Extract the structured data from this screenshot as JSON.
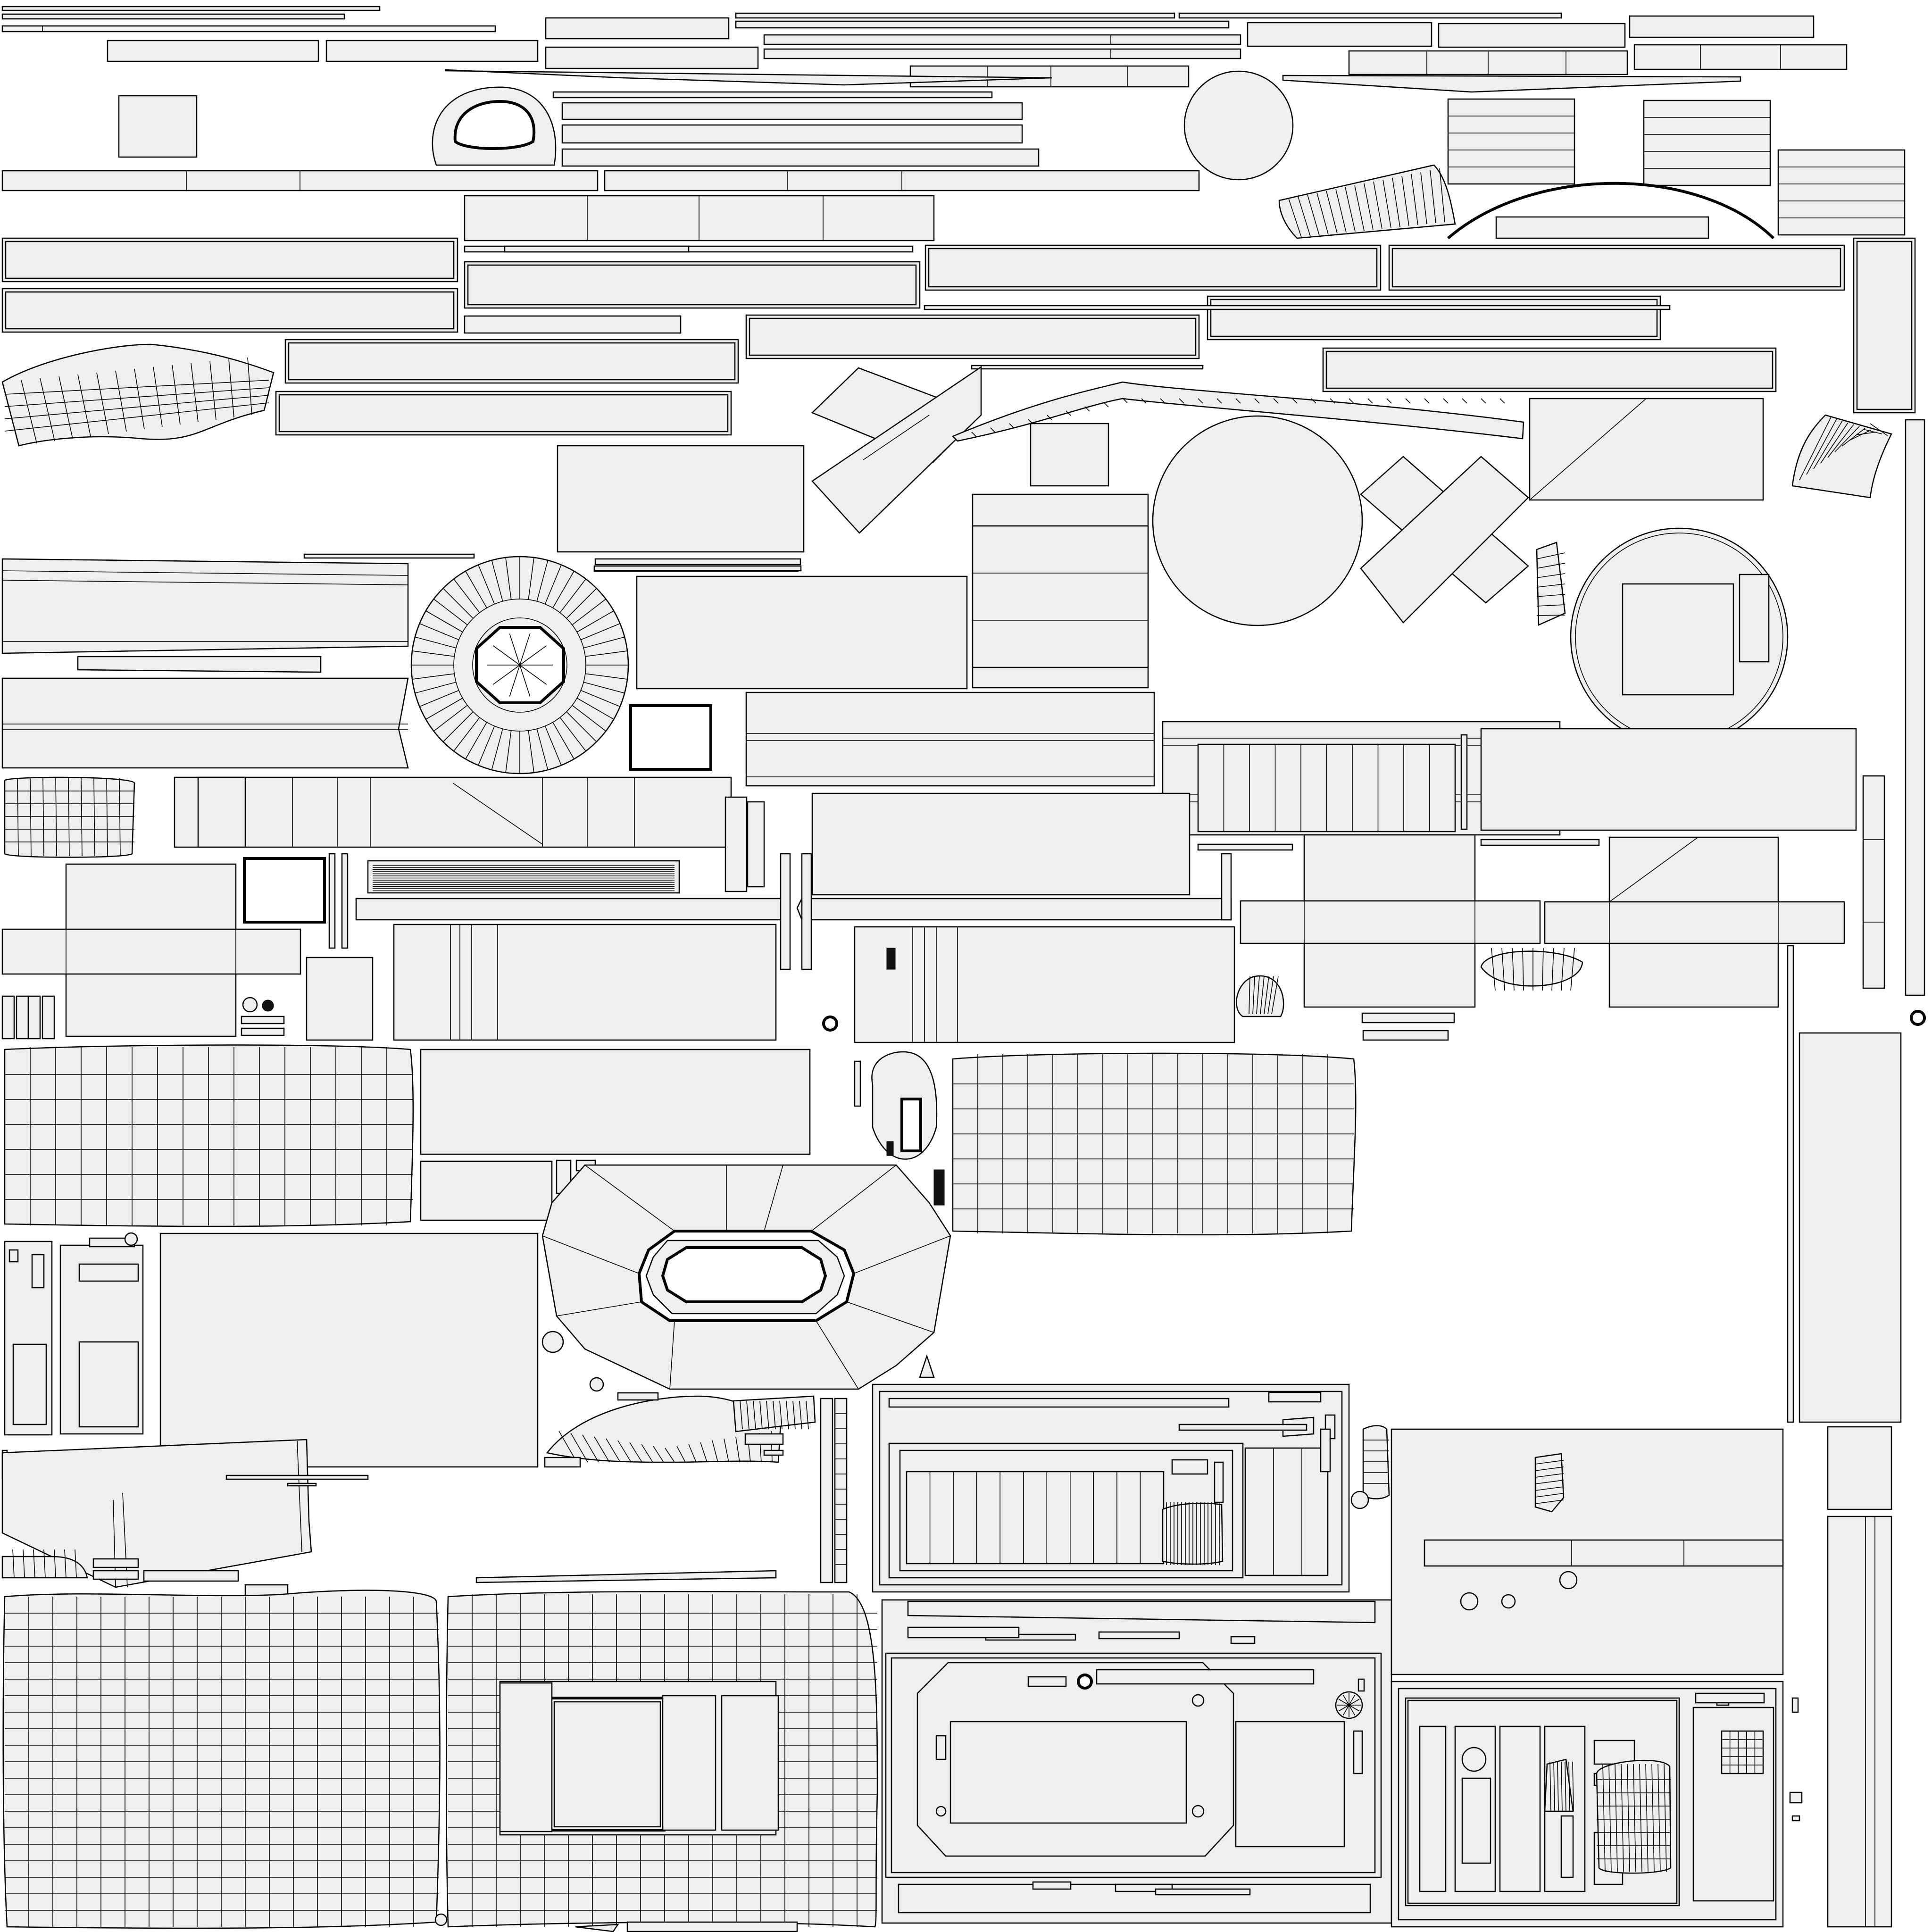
{
  "sheet": {
    "kind": "uv-texture-layout",
    "background": "#ffffff",
    "island_fill": "#efefef",
    "line_color": "#000000",
    "text_labels": []
  },
  "islands": [
    {
      "name": "top-strip-long-1"
    },
    {
      "name": "top-strip-long-2"
    },
    {
      "name": "top-strip-long-3"
    },
    {
      "name": "top-strip-long-4"
    },
    {
      "name": "bar-left-a"
    },
    {
      "name": "bar-left-b"
    },
    {
      "name": "panel-top-a"
    },
    {
      "name": "panel-top-b"
    },
    {
      "name": "strip-top-mid-1"
    },
    {
      "name": "strip-top-mid-2"
    },
    {
      "name": "strip-top-mid-3"
    },
    {
      "name": "strip-top-mid-4"
    },
    {
      "name": "panel-top-right-a"
    },
    {
      "name": "panel-top-right-b"
    },
    {
      "name": "panel-top-right-c"
    },
    {
      "name": "panel-top-right-d"
    },
    {
      "name": "segmented-bar-a"
    },
    {
      "name": "segmented-bar-b"
    },
    {
      "name": "segmented-bar-c"
    },
    {
      "name": "square-small-top"
    },
    {
      "name": "ring-frame"
    },
    {
      "name": "strip-stack-1"
    },
    {
      "name": "strip-stack-2"
    },
    {
      "name": "strip-stack-3"
    },
    {
      "name": "circle-top"
    },
    {
      "name": "fan-top"
    },
    {
      "name": "stack-box-a"
    },
    {
      "name": "stack-box-b"
    },
    {
      "name": "stack-box-c"
    },
    {
      "name": "long-bar-row-a"
    },
    {
      "name": "long-bar-row-b"
    },
    {
      "name": "segmented-mid"
    },
    {
      "name": "arc-bar"
    },
    {
      "name": "long-bar-left-1"
    },
    {
      "name": "long-bar-left-2"
    },
    {
      "name": "long-bar-mid-1"
    },
    {
      "name": "long-bar-mid-2"
    },
    {
      "name": "long-bar-right-1"
    },
    {
      "name": "long-bar-right-2"
    },
    {
      "name": "long-bar-right-3"
    },
    {
      "name": "vertical-bar-right"
    },
    {
      "name": "curved-mesh-left"
    },
    {
      "name": "bar-left-c"
    },
    {
      "name": "bar-left-d"
    },
    {
      "name": "cross-left"
    },
    {
      "name": "wavy-strip"
    },
    {
      "name": "square-mid"
    },
    {
      "name": "box-mid-tall"
    },
    {
      "name": "circle-mid"
    },
    {
      "name": "cross-right"
    },
    {
      "name": "triangle-panel"
    },
    {
      "name": "fan-right"
    },
    {
      "name": "panel-mid-a"
    },
    {
      "name": "radial-disc"
    },
    {
      "name": "panel-mid-b"
    },
    {
      "name": "circle-with-window"
    },
    {
      "name": "wedge-left"
    },
    {
      "name": "wedge-left-2"
    },
    {
      "name": "frame-black"
    },
    {
      "name": "slab-mid"
    },
    {
      "name": "slab-right"
    },
    {
      "name": "panel-right-wide"
    },
    {
      "name": "mesh-small-left"
    },
    {
      "name": "trapezoid-strip"
    },
    {
      "name": "panel-mid-c"
    },
    {
      "name": "cross-panel-left"
    },
    {
      "name": "ruled-strip"
    },
    {
      "name": "extruded-box-a"
    },
    {
      "name": "extruded-box-b"
    },
    {
      "name": "cross-panel-right-a"
    },
    {
      "name": "cross-panel-right-b"
    },
    {
      "name": "grid-mesh-left"
    },
    {
      "name": "panel-plain-a"
    },
    {
      "name": "octagon-ring"
    },
    {
      "name": "grid-mesh-mid"
    },
    {
      "name": "panel-plain-tall"
    },
    {
      "name": "box-frame"
    },
    {
      "name": "bottom-left-grid"
    },
    {
      "name": "bottom-mid-grid"
    },
    {
      "name": "console-panel"
    },
    {
      "name": "console-panel-bottom"
    },
    {
      "name": "console-panel-right"
    },
    {
      "name": "tall-right-panel"
    },
    {
      "name": "wedge-bottom-left"
    }
  ]
}
